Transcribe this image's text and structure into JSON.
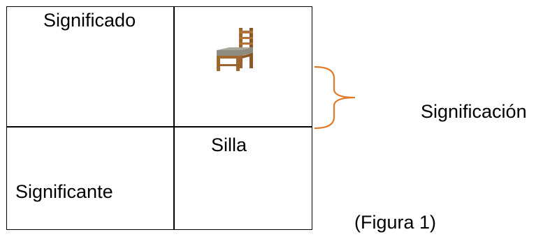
{
  "cells": {
    "top_left": "Significado",
    "bottom_right": "Silla",
    "bottom_left": "Significante"
  },
  "image": {
    "icon": "chair-icon"
  },
  "brace_label": "Significación",
  "caption": "(Figura 1)",
  "colors": {
    "border": "#000000",
    "brace": "#e07b2a",
    "chair_wood": "#a0682f",
    "chair_seat": "#8d8b80"
  }
}
